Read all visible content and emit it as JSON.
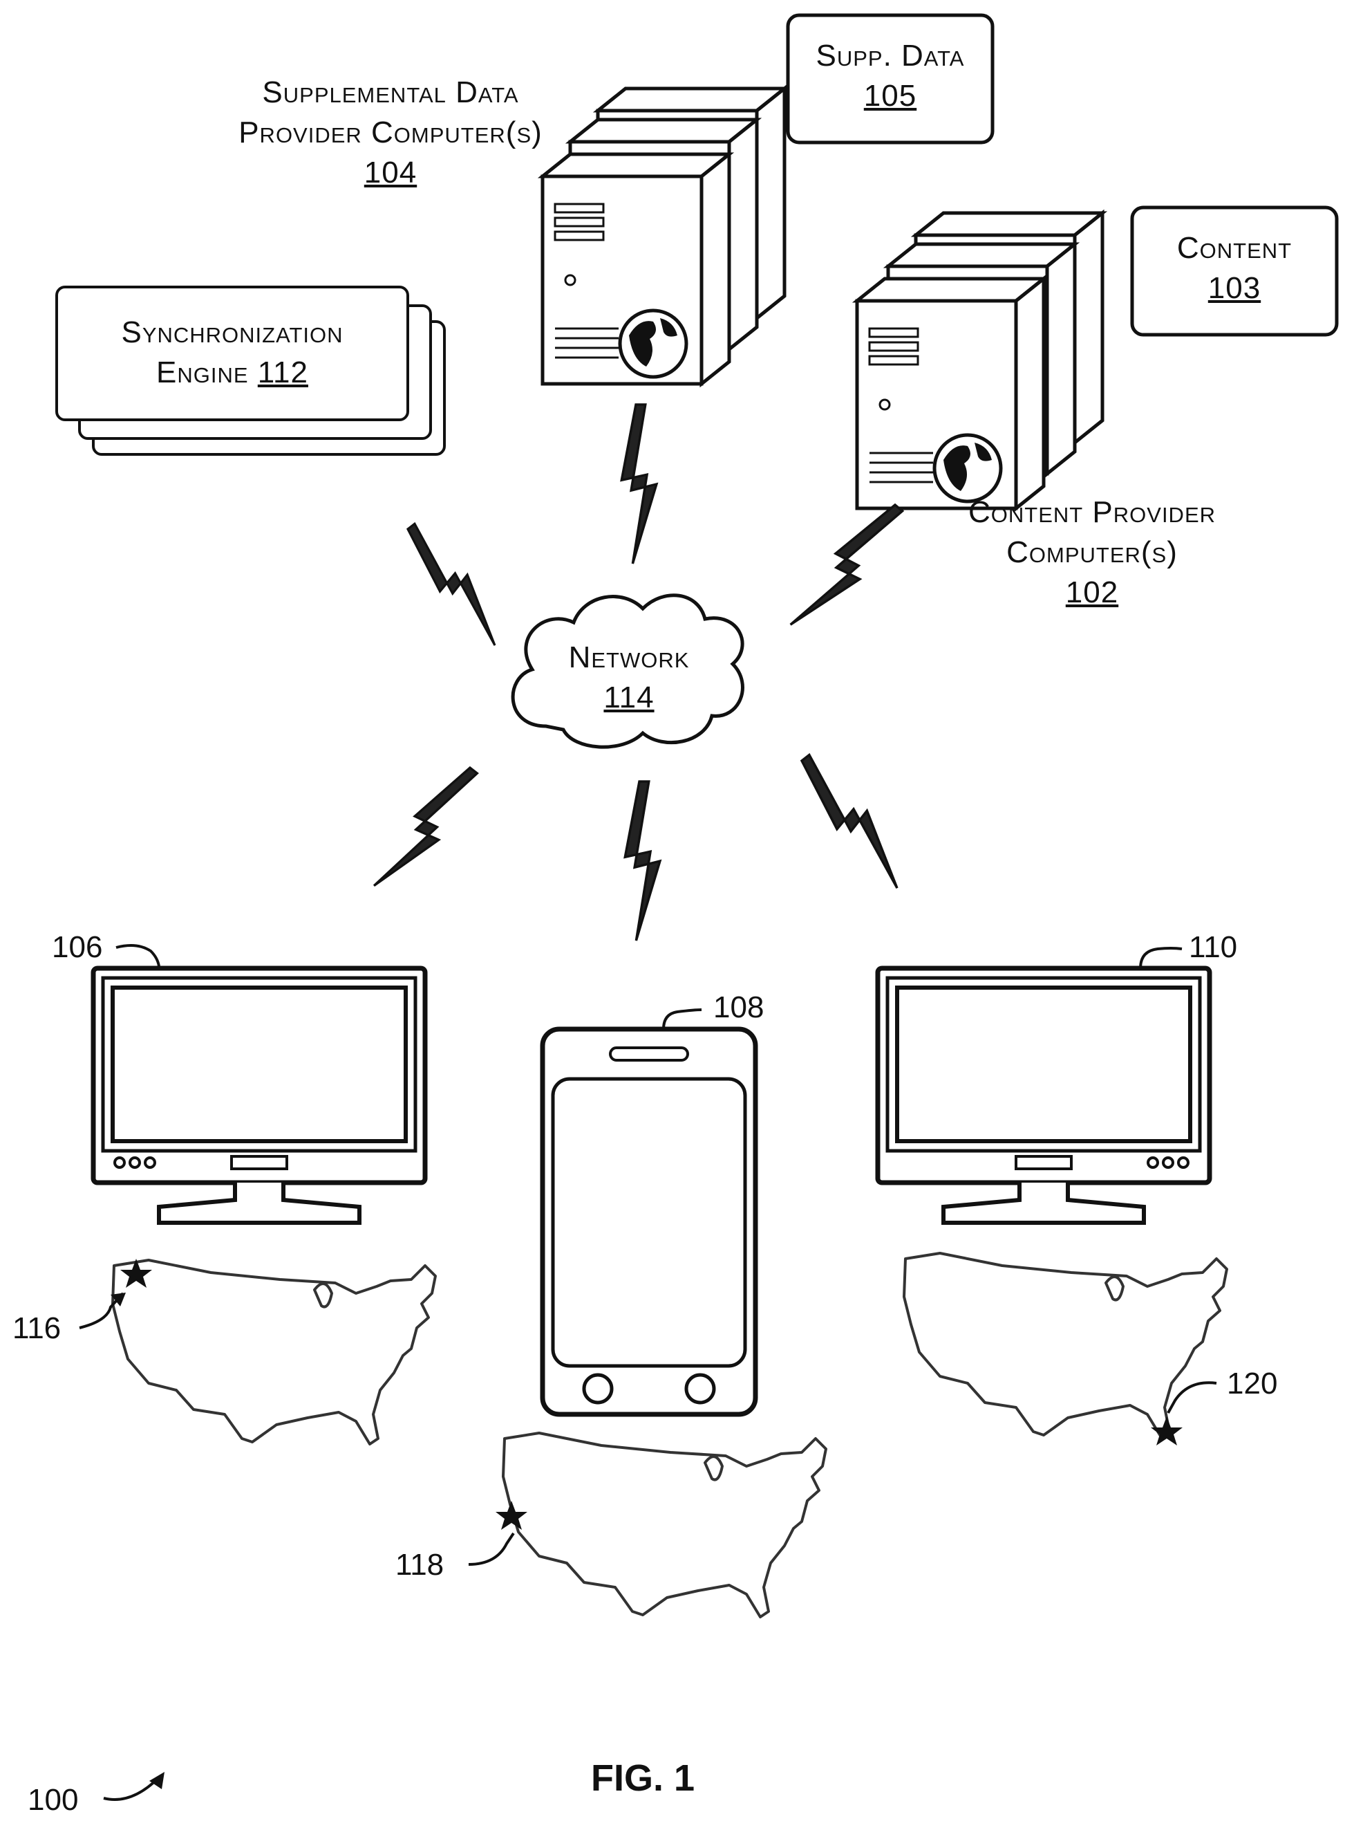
{
  "labels": {
    "supplemental_provider": {
      "line1": "Supplemental Data",
      "line2": "Provider Computer(s)",
      "ref": "104"
    },
    "supp_data": {
      "line1": "Supp. Data",
      "ref": "105"
    },
    "content": {
      "line1": "Content",
      "ref": "103"
    },
    "sync_engine": {
      "line1": "Synchronization",
      "line2": "Engine",
      "ref": "112"
    },
    "content_provider": {
      "line1": "Content Provider",
      "line2": "Computer(s)",
      "ref": "102"
    },
    "network": {
      "line1": "Network",
      "ref": "114"
    }
  },
  "devices": {
    "tv_left": "106",
    "phone": "108",
    "tv_right": "110"
  },
  "locations": {
    "left_map": "116",
    "center_map": "118",
    "right_map": "120"
  },
  "figure": {
    "system_ref": "100",
    "caption": "FIG. 1"
  }
}
